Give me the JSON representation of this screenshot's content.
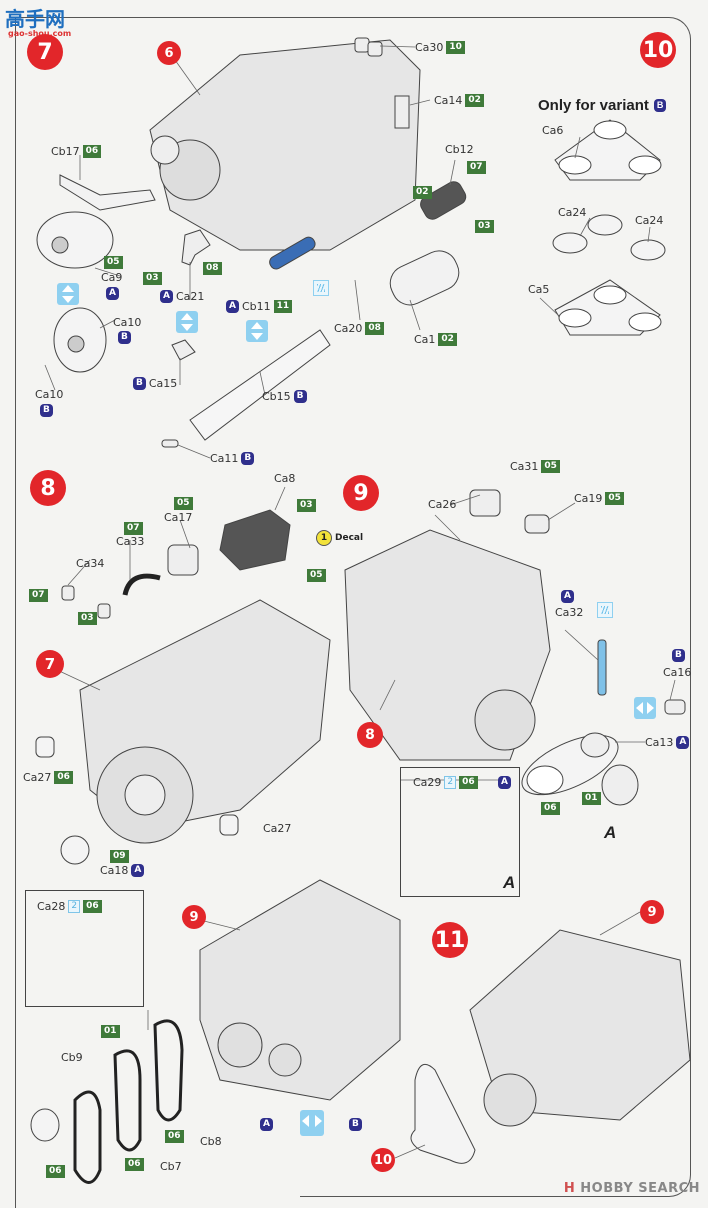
{
  "watermark_top": {
    "logo": "高手网",
    "site": "gao-shou.com"
  },
  "watermark_bottom": {
    "brand_mark": "H",
    "text": "HOBBY SEARCH"
  },
  "colors": {
    "step_red": "#e2262a",
    "code_green": "#3f7a3a",
    "variant_blue": "#2f2f8c",
    "clear_blue": "#8fd0f0",
    "decal_yellow": "#f2e23a"
  },
  "steps": {
    "s7": {
      "number": "7",
      "ref_step": "6",
      "labels": {
        "ca30": {
          "part": "Ca30",
          "code": "10"
        },
        "ca14": {
          "part": "Ca14",
          "code": "02"
        },
        "cb12": {
          "part": "Cb12",
          "code": "07"
        },
        "cb12_b": {
          "code": "02"
        },
        "cb12_c": {
          "code": "03"
        },
        "cb17": {
          "part": "Cb17",
          "code": "06"
        },
        "ca9": {
          "part": "Ca9",
          "code": "05",
          "variant": "A"
        },
        "ca21": {
          "part": "Ca21",
          "codes": [
            "03",
            "08"
          ],
          "variant": "A"
        },
        "cb11": {
          "part": "Cb11",
          "code": "11",
          "variant": "A"
        },
        "ca20": {
          "part": "Ca20",
          "code": "08"
        },
        "ca1": {
          "part": "Ca1",
          "code": "02"
        },
        "ca10a": {
          "part": "Ca10",
          "variant": "B"
        },
        "ca10b": {
          "part": "Ca10",
          "variant": "B"
        },
        "ca15": {
          "part": "Ca15",
          "variant": "B"
        },
        "cb15": {
          "part": "Cb15",
          "variant": "B"
        },
        "ca11": {
          "part": "Ca11",
          "variant": "B"
        }
      }
    },
    "s10": {
      "number": "10",
      "title": "Only for variant",
      "variant": "B",
      "labels": {
        "ca6": "Ca6",
        "ca24a": "Ca24",
        "ca24b": "Ca24",
        "ca5": "Ca5"
      }
    },
    "s8": {
      "number": "8",
      "ref_step": "7",
      "decal": {
        "number": "1",
        "label": "Decal"
      },
      "labels": {
        "ca8": {
          "part": "Ca8",
          "codes": [
            "03",
            "05"
          ]
        },
        "ca17": {
          "part": "Ca17",
          "code": "05"
        },
        "ca33": {
          "part": "Ca33",
          "code": "07"
        },
        "ca34": {
          "part": "Ca34",
          "codes": [
            "07",
            "03"
          ]
        },
        "ca27a": {
          "part": "Ca27",
          "code": "06"
        },
        "ca27b": {
          "part": "Ca27"
        },
        "ca18": {
          "part": "Ca18",
          "code": "09",
          "variant": "A"
        }
      }
    },
    "s9": {
      "number": "9",
      "ref_step": "8",
      "labels": {
        "ca31": {
          "part": "Ca31",
          "code": "05"
        },
        "ca26": {
          "part": "Ca26"
        },
        "ca19": {
          "part": "Ca19",
          "code": "05"
        },
        "ca32": {
          "part": "Ca32",
          "variant": "A"
        },
        "ca16": {
          "part": "Ca16",
          "variant": "B"
        },
        "ca13": {
          "part": "Ca13",
          "variant": "A",
          "codes": [
            "06",
            "01"
          ]
        }
      },
      "inset": {
        "part": "Ca29",
        "qty": "2",
        "code": "06",
        "variant": "A",
        "callout": "A"
      }
    },
    "s_cb": {
      "ref_step": "9",
      "inset": {
        "part": "Ca28",
        "qty": "2",
        "code": "06"
      },
      "labels": {
        "cb9": {
          "part": "Cb9"
        },
        "cb8": {
          "part": "Cb8"
        },
        "cb7": {
          "part": "Cb7"
        },
        "code01": "01",
        "code06a": "06",
        "code06b": "06",
        "code06c": "06"
      },
      "variant_swap": {
        "left": "A",
        "right": "B"
      }
    },
    "s11": {
      "number": "11",
      "ref_step_top": "9",
      "ref_step_belt": "10"
    }
  }
}
